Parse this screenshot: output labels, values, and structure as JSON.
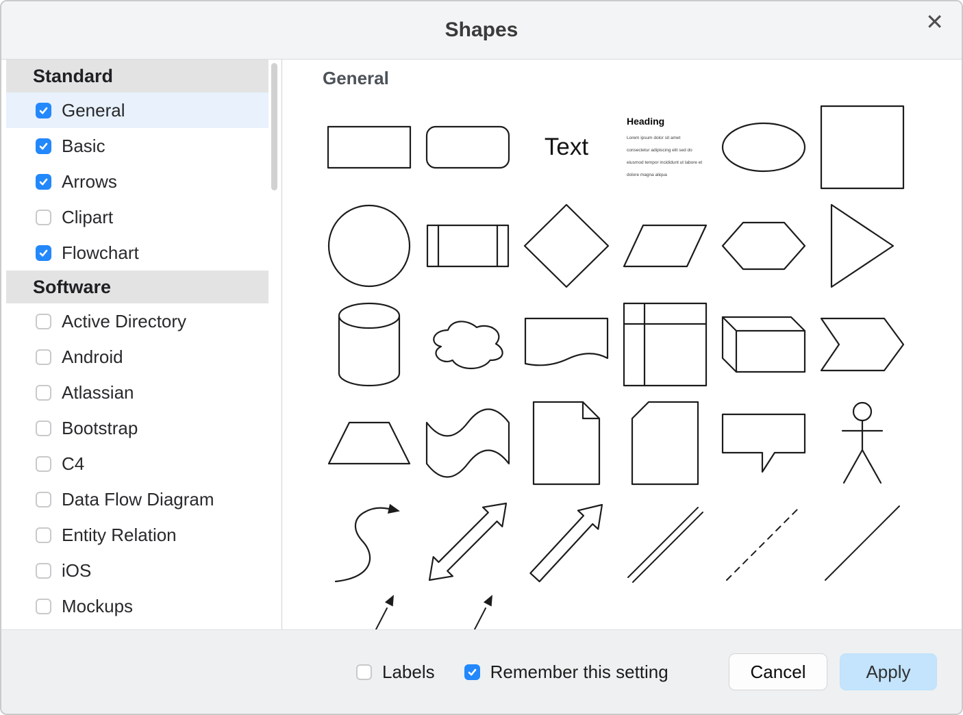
{
  "dialog": {
    "title": "Shapes"
  },
  "icons": {
    "close": "✕"
  },
  "colors": {
    "accent_blue": "#2288fc",
    "selected_row_bg": "#e8f1fc",
    "header_bg": "#f3f4f5",
    "footer_bg": "#eef0f1",
    "section_header_bg": "#e3e3e4",
    "apply_button_bg": "#c3e4fc",
    "shape_stroke": "#1c1c1c"
  },
  "sidebar": {
    "sections": [
      {
        "label": "Standard",
        "items": [
          {
            "label": "General",
            "checked": true,
            "selected": true
          },
          {
            "label": "Basic",
            "checked": true,
            "selected": false
          },
          {
            "label": "Arrows",
            "checked": true,
            "selected": false
          },
          {
            "label": "Clipart",
            "checked": false,
            "selected": false
          },
          {
            "label": "Flowchart",
            "checked": true,
            "selected": false
          }
        ]
      },
      {
        "label": "Software",
        "items": [
          {
            "label": "Active Directory",
            "checked": false,
            "selected": false
          },
          {
            "label": "Android",
            "checked": false,
            "selected": false
          },
          {
            "label": "Atlassian",
            "checked": false,
            "selected": false
          },
          {
            "label": "Bootstrap",
            "checked": false,
            "selected": false
          },
          {
            "label": "C4",
            "checked": false,
            "selected": false
          },
          {
            "label": "Data Flow Diagram",
            "checked": false,
            "selected": false
          },
          {
            "label": "Entity Relation",
            "checked": false,
            "selected": false
          },
          {
            "label": "iOS",
            "checked": false,
            "selected": false
          },
          {
            "label": "Mockups",
            "checked": false,
            "selected": false
          }
        ]
      }
    ]
  },
  "main": {
    "heading": "General",
    "text_shape_label": "Text",
    "textbox": {
      "title": "Heading",
      "body": "Lorem ipsum dolor sit amet consectetur adipiscing elit sed do eiusmod tempor incididunt ut labore et dolore magna aliqua"
    },
    "shapes": [
      "rectangle",
      "rounded-rectangle",
      "text",
      "textbox",
      "ellipse",
      "square",
      "circle",
      "process",
      "diamond",
      "parallelogram",
      "hexagon",
      "triangle",
      "cylinder",
      "cloud",
      "document",
      "internal-storage",
      "cube",
      "step",
      "trapezoid",
      "tape",
      "note",
      "card",
      "callout",
      "actor",
      "curve",
      "bidirectional-arrow",
      "arrow",
      "link",
      "dashed-line",
      "line",
      "directional-edge",
      "directional-edge"
    ]
  },
  "footer": {
    "labels_checkbox": {
      "label": "Labels",
      "checked": false
    },
    "remember_checkbox": {
      "label": "Remember this setting",
      "checked": true
    },
    "cancel_label": "Cancel",
    "apply_label": "Apply"
  }
}
